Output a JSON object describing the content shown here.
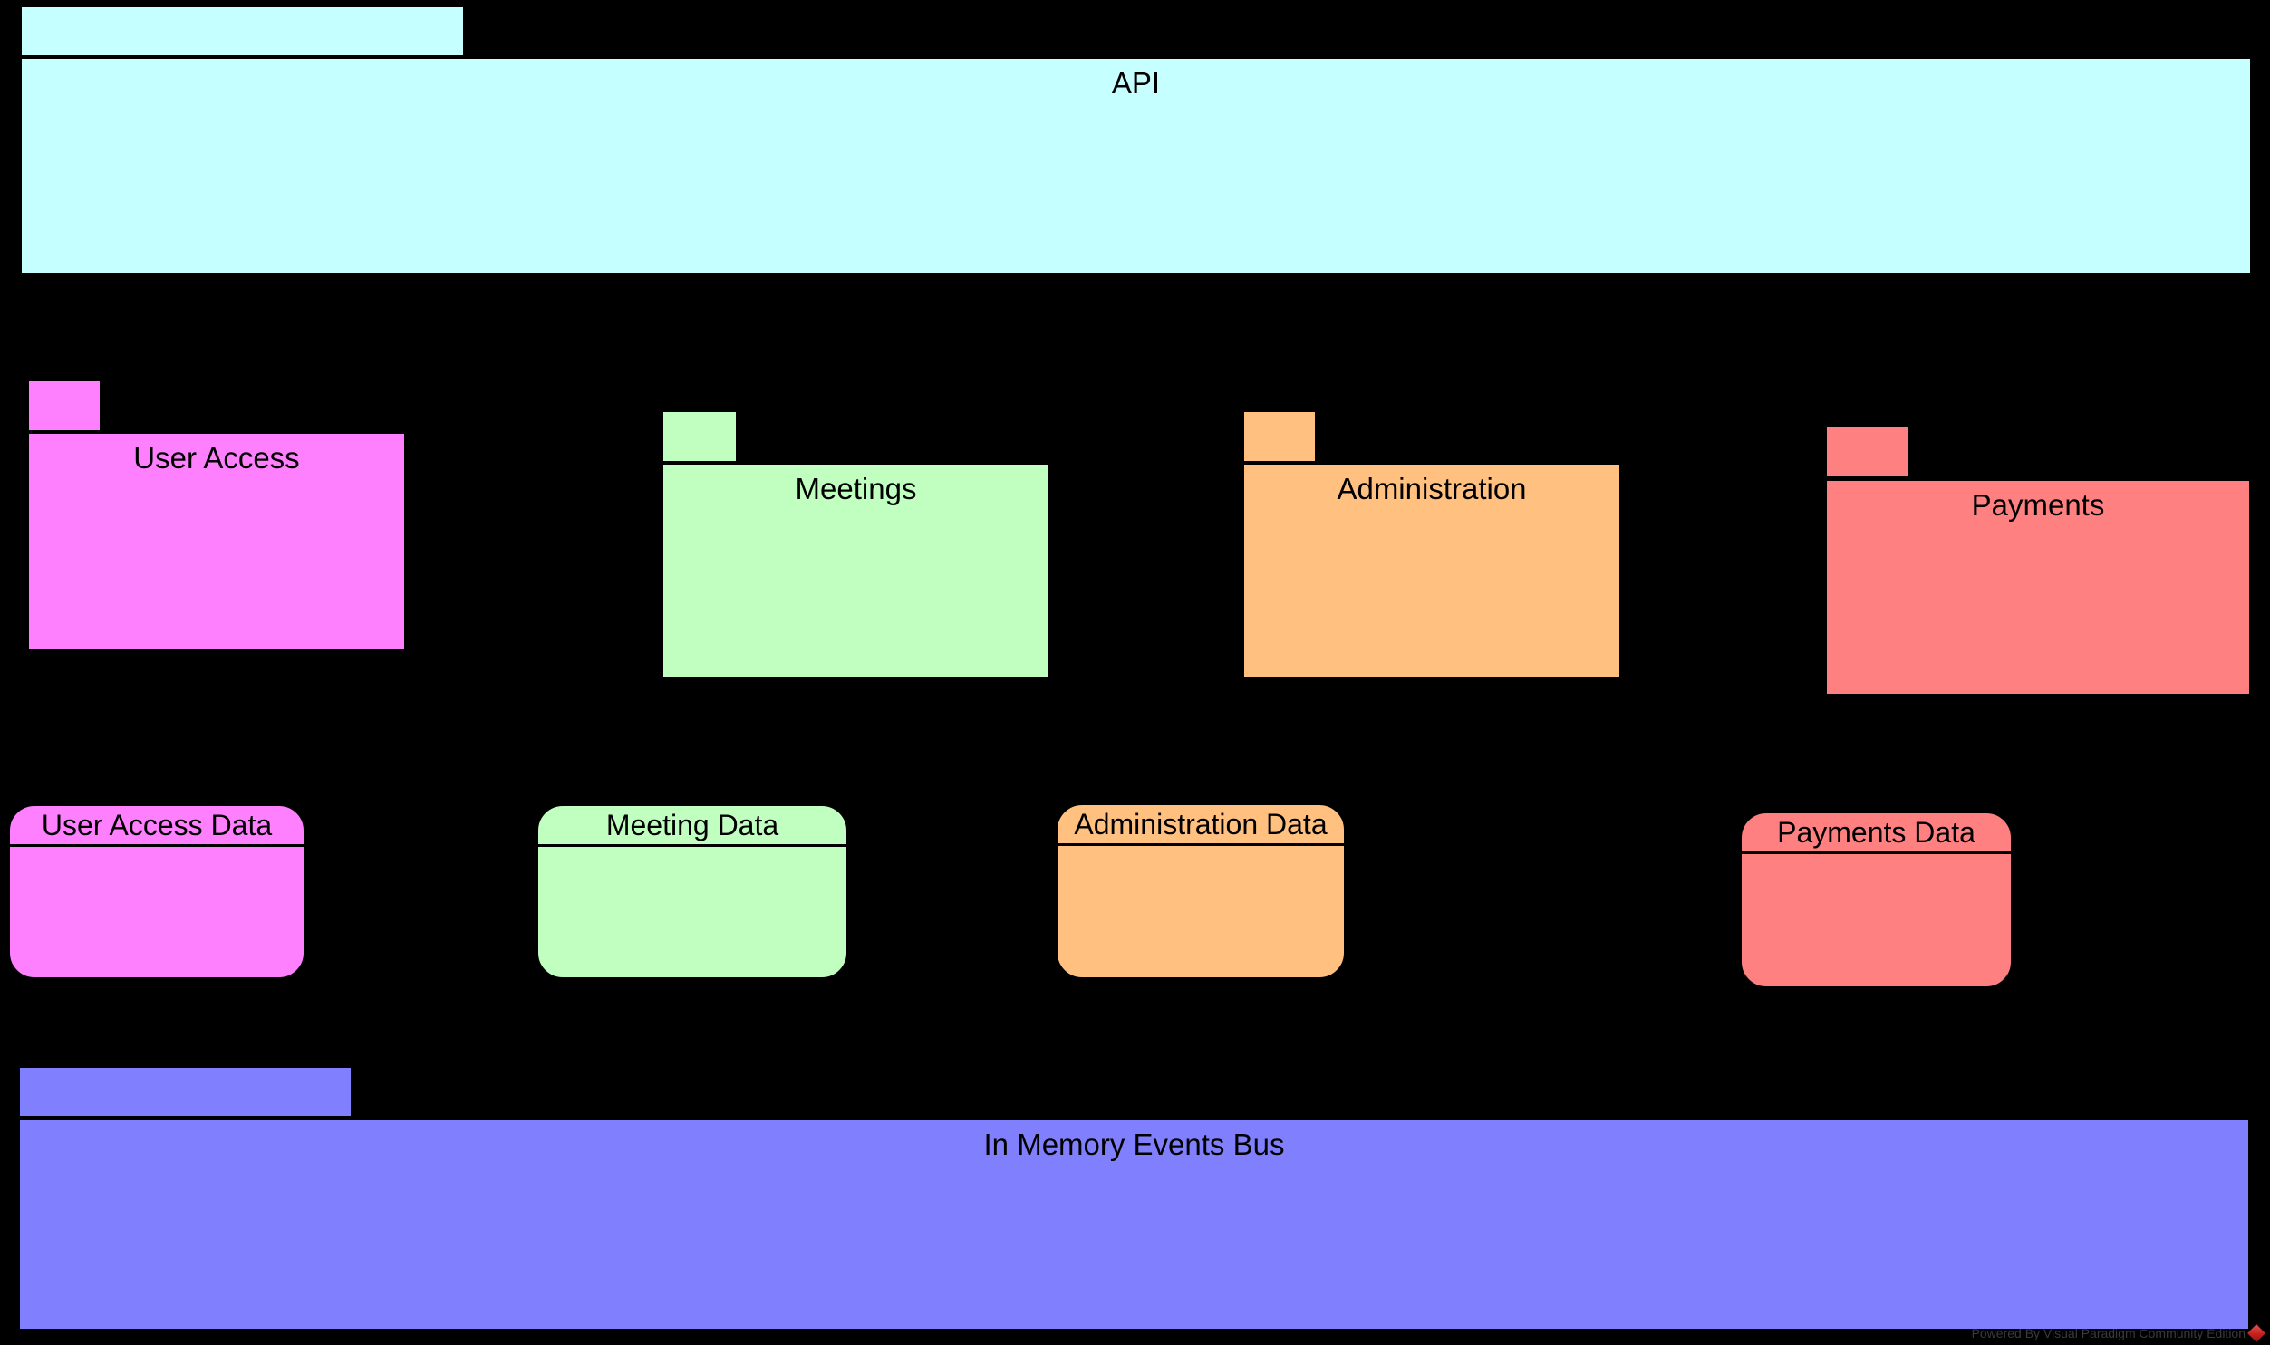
{
  "diagram": {
    "background_color": "#000000",
    "border_color": "#000000",
    "text_color": "#000000",
    "packages": {
      "api": {
        "label": "API",
        "fill": "#C6FFFF"
      },
      "user_access": {
        "label": "User Access",
        "fill": "#FF80FF"
      },
      "meetings": {
        "label": "Meetings",
        "fill": "#C0FFC0"
      },
      "administration": {
        "label": "Administration",
        "fill": "#FFC080"
      },
      "payments": {
        "label": "Payments",
        "fill": "#FF8080"
      },
      "events_bus": {
        "label": "In Memory Events Bus",
        "fill": "#8080FF"
      }
    },
    "datastores": {
      "user_access_data": {
        "label": "User Access Data",
        "fill": "#FF80FF"
      },
      "meeting_data": {
        "label": "Meeting Data",
        "fill": "#C0FFC0"
      },
      "administration_data": {
        "label": "Administration Data",
        "fill": "#FFC080"
      },
      "payments_data": {
        "label": "Payments Data",
        "fill": "#FF8080"
      }
    },
    "watermark": {
      "text": "Powered By Visual Paradigm Community Edition",
      "text_color": "#3a3a3a",
      "logo_color": "#c6201d"
    }
  }
}
